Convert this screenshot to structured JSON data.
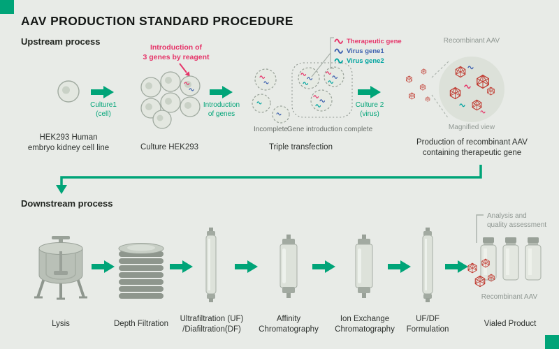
{
  "colors": {
    "background": "#e8ebe7",
    "accent_teal": "#00a478",
    "annotation_red": "#e6356a",
    "gene_blue": "#3b5fae",
    "gene_teal": "#00a4a0",
    "virus_red": "#c0392f",
    "equipment_gray": "#a2aaa1",
    "muted_label_gray": "#8f9792",
    "dark_text": "#2e322f"
  },
  "icons": {
    "cell": "circle-with-nucleus",
    "gene": "colored-squiggle",
    "virus": "red-hexagon-capsid",
    "flow": "thick-right-arrow"
  },
  "header": {
    "title": "AAV PRODUCTION STANDARD PROCEDURE"
  },
  "upstream": {
    "section_label": "Upstream process",
    "hek_caption_line1": "HEK293 Human",
    "hek_caption_line2": "embryo kidney cell line",
    "arrow1_line1": "Culture1",
    "arrow1_line2": "(cell)",
    "annotation_line1": "Introduction of",
    "annotation_line2": "3 genes by reagent",
    "culture_caption": "Culture HEK293",
    "arrow2_line1": "Introduction",
    "arrow2_line2": "of genes",
    "legend": [
      {
        "label": "Therapeutic gene",
        "color": "#e6356a"
      },
      {
        "label": "Virus gene1",
        "color": "#3b5fae"
      },
      {
        "label": "Virus gene2",
        "color": "#00a4a0"
      }
    ],
    "incomplete_label": "Incomplete",
    "complete_label": "Gene introduction complete",
    "transfection_caption": "Triple transfection",
    "arrow3_line1": "Culture 2",
    "arrow3_line2": "(virus)",
    "recombinant_label": "Recombinant AAV",
    "magnified_label": "Magnified view",
    "production_caption_line1": "Production of recombinant AAV",
    "production_caption_line2": "containing therapeutic gene"
  },
  "downstream": {
    "section_label": "Downstream process",
    "steps": [
      {
        "caption_line1": "Lysis",
        "caption_line2": ""
      },
      {
        "caption_line1": "Depth Filtration",
        "caption_line2": ""
      },
      {
        "caption_line1": "Ultrafiltration (UF)",
        "caption_line2": "/Diafiltration(DF)"
      },
      {
        "caption_line1": "Affinity",
        "caption_line2": "Chromatography"
      },
      {
        "caption_line1": "Ion Exchange",
        "caption_line2": "Chromatography"
      },
      {
        "caption_line1": "UF/DF",
        "caption_line2": "Formulation"
      },
      {
        "caption_line1": "Vialed Product",
        "caption_line2": ""
      }
    ],
    "analysis_line1": "Analysis and",
    "analysis_line2": "quality assessment",
    "recombinant_label": "Recombinant AAV"
  }
}
